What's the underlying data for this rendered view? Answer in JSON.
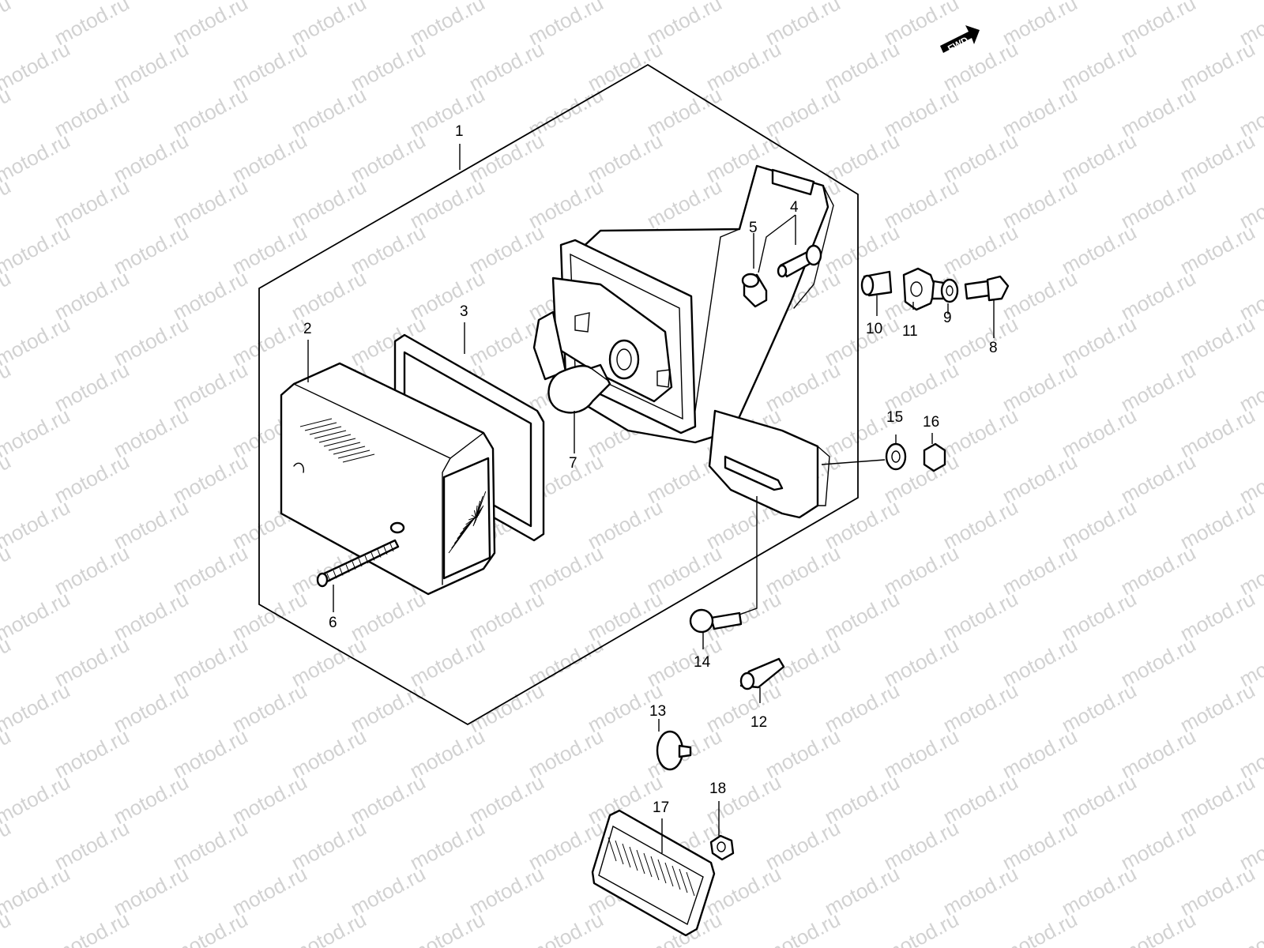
{
  "watermark": {
    "text": "motod.ru"
  },
  "fwd_badge": {
    "label": "FWD"
  },
  "callouts": [
    "1",
    "2",
    "3",
    "4",
    "5",
    "6",
    "7",
    "8",
    "9",
    "10",
    "11",
    "12",
    "13",
    "14",
    "15",
    "16",
    "17",
    "18"
  ],
  "colors": {
    "line": "#000000",
    "watermark": "#d2d2d2",
    "background": "#ffffff"
  }
}
